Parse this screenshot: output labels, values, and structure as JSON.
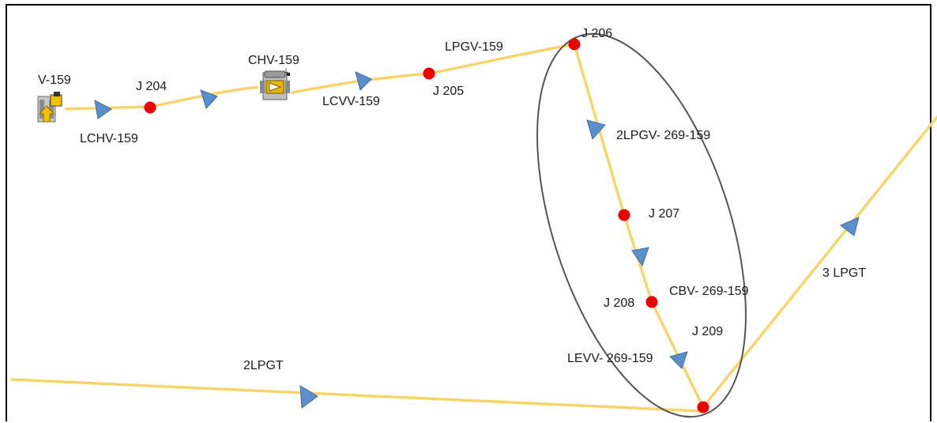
{
  "colors": {
    "pipe": "#f8d56b",
    "junction": "#ee0000",
    "arrow": "#5b8fcc",
    "arrow_stroke": "#3c6ea6",
    "ellipse": "#555555",
    "frame": "#000000"
  },
  "labels": {
    "v159": "V-159",
    "lchv159": "LCHV-159",
    "j204": "J 204",
    "chv159": "CHV-159",
    "lcvv159": "LCVV-159",
    "j205": "J 205",
    "lpgv159": "LPGV-159",
    "j206": "J 206",
    "lpgv2": "2LPGV- 269-159",
    "j207": "J 207",
    "cbv": "CBV- 269-159",
    "j208": "J 208",
    "j209": "J 209",
    "levv": "LEVV- 269-159",
    "lpgt2": "2LPGT",
    "lpgt3": "3 LPGT"
  },
  "icons": {
    "valve_v159": "valve-icon",
    "check_valve_chv159": "check-valve-icon"
  }
}
